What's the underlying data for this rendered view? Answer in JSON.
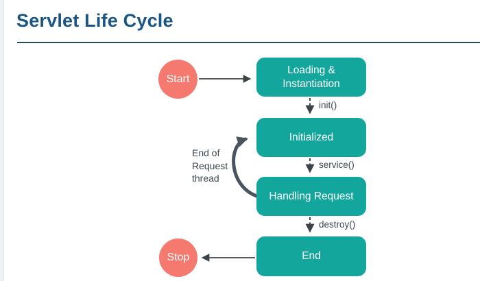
{
  "page": {
    "title": "Servlet Life Cycle"
  },
  "diagram": {
    "start_label": "Start",
    "stop_label": "Stop",
    "states": [
      "Loading &\nInstantiation",
      "Initialized",
      "Handling Request",
      "End"
    ],
    "transitions": [
      "init()",
      "service()",
      "destroy()"
    ],
    "note": "End of\nRequest\nthread"
  },
  "colors": {
    "title_blue": "#1b5586",
    "rule_navy": "#2a4763",
    "state_teal": "#12a69c",
    "terminal_salmon": "#f5796f",
    "arrow_dark": "#3c4349",
    "loop_arrow_slate": "#4a545f",
    "label_gray": "#3d4751",
    "background": "#ffffff"
  }
}
